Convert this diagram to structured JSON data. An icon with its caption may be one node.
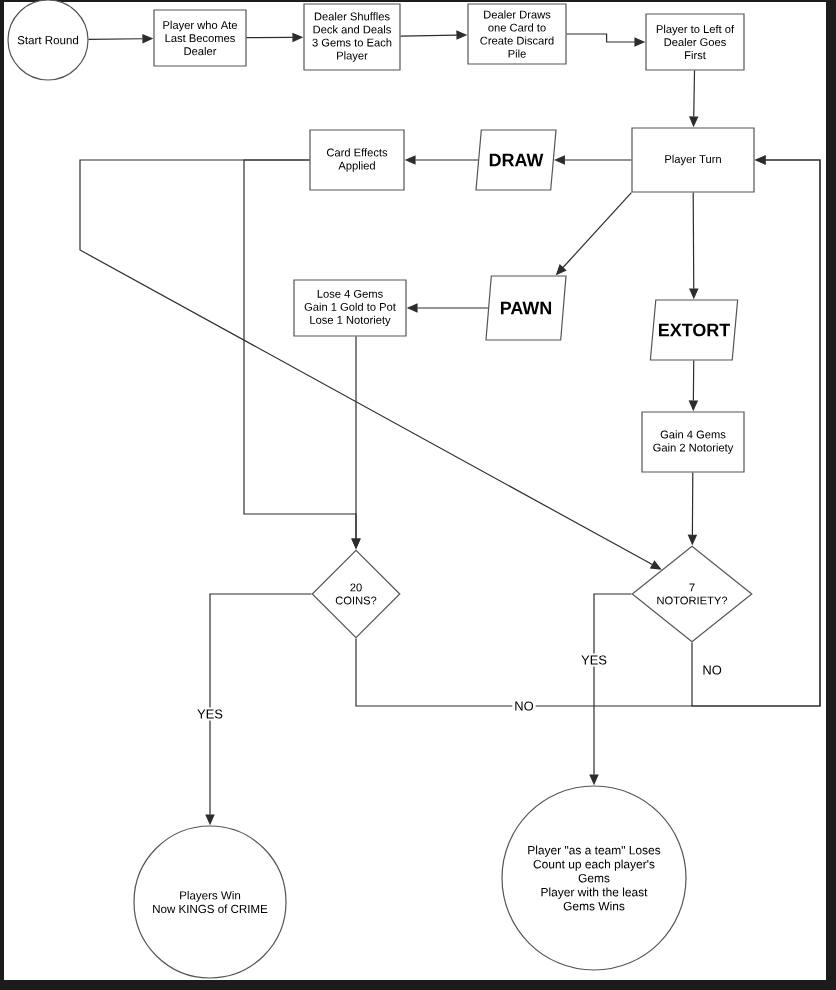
{
  "diagram": {
    "nodes": [
      {
        "text": [
          "Start Round"
        ]
      },
      {
        "text": [
          "Player who Ate Last Becomes Dealer"
        ]
      },
      {
        "text": [
          "Dealer Shuffles Deck and Deals 3 Gems to Each Player"
        ]
      },
      {
        "text": [
          "Dealer Draws one Card to Create Discard Pile"
        ]
      },
      {
        "text": [
          "Player to Left of Dealer Goes First"
        ]
      },
      {
        "text": [
          "Player Turn"
        ]
      },
      {
        "text": [
          "DRAW"
        ]
      },
      {
        "text": [
          "Card Effects Applied"
        ]
      },
      {
        "text": [
          "PAWN"
        ]
      },
      {
        "text": [
          "Lose 4 Gems",
          "Gain 1 Gold to Pot",
          "Lose 1 Notoriety"
        ]
      },
      {
        "text": [
          "EXTORT"
        ]
      },
      {
        "text": [
          "Gain 4 Gems",
          "Gain 2 Notoriety"
        ]
      },
      {
        "text": [
          "20 COINS?"
        ]
      },
      {
        "text": [
          "7 NOTORIETY?"
        ]
      },
      {
        "text": [
          "Players Win",
          "Now KINGS of CRIME"
        ]
      },
      {
        "text": [
          "Player \"as a team\" Loses",
          "Count up each player's Gems",
          "Player with the least Gems Wins"
        ]
      }
    ],
    "edges": [
      {
        "from": 0,
        "to": 1,
        "arrow": "to"
      },
      {
        "from": 1,
        "to": 2,
        "arrow": "to"
      },
      {
        "from": 2,
        "to": 3,
        "arrow": "to"
      },
      {
        "from": 3,
        "to": 4,
        "arrow": "to"
      },
      {
        "from": 4,
        "to": 5,
        "arrow": "to"
      },
      {
        "from": 5,
        "to": 6,
        "arrow": "to"
      },
      {
        "from": 6,
        "to": 7,
        "arrow": "to"
      },
      {
        "from": 5,
        "to": 8,
        "arrow": "to"
      },
      {
        "from": 8,
        "to": 9,
        "arrow": "to"
      },
      {
        "from": 5,
        "to": 10,
        "arrow": "to"
      },
      {
        "from": 10,
        "to": 11,
        "arrow": "to"
      },
      {
        "from": 11,
        "to": 13,
        "arrow": "to"
      },
      {
        "from": 9,
        "to": 12,
        "arrow": "to"
      },
      {
        "from": 7,
        "to": 12,
        "arrow": "to"
      },
      {
        "from": 7,
        "to": 13,
        "arrow": "to"
      },
      {
        "from": 12,
        "to": 14,
        "label": "YES",
        "arrow": "to"
      },
      {
        "from": 13,
        "to": 15,
        "label": "YES",
        "arrow": "to"
      },
      {
        "from": 12,
        "to": 5,
        "label": "NO",
        "arrow": "to"
      },
      {
        "from": 13,
        "to": 5,
        "label": "NO",
        "arrow": "to"
      }
    ]
  }
}
